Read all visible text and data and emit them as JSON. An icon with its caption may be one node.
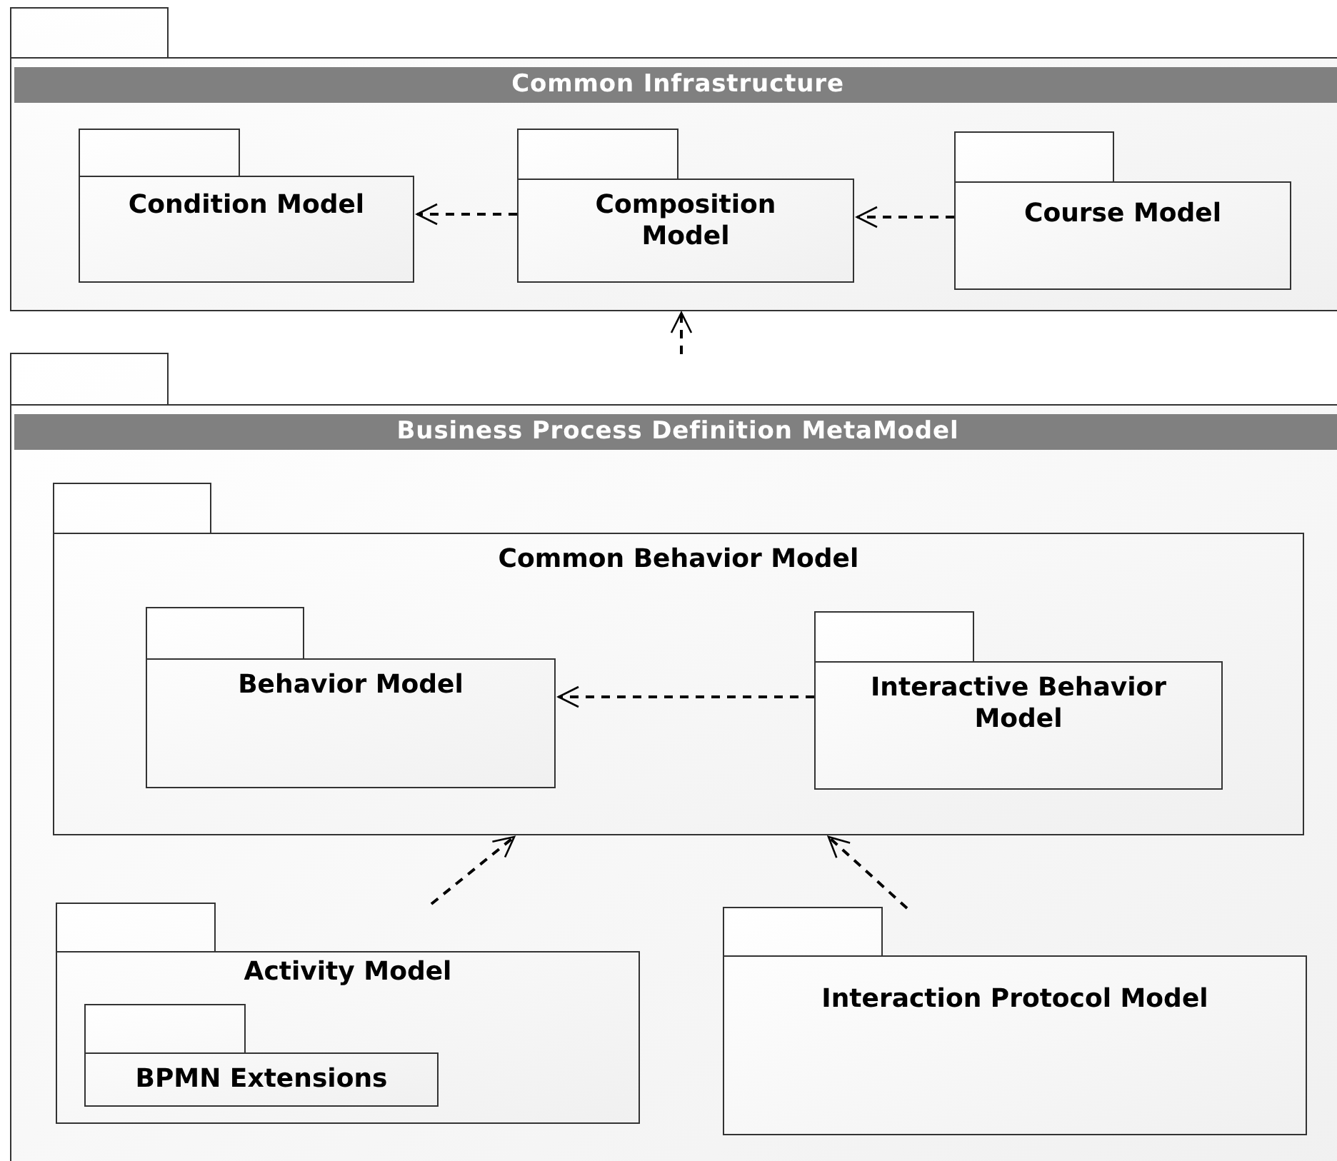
{
  "diagram": {
    "nodes": [
      {
        "text": [
          "Common Infrastructure"
        ]
      },
      {
        "text": [
          "Condition Model"
        ],
        "in": 0
      },
      {
        "text": [
          "Composition Model"
        ],
        "in": 0
      },
      {
        "text": [
          "Course Model"
        ],
        "in": 0
      },
      {
        "text": [
          "Business Process Definition MetaModel"
        ]
      },
      {
        "text": [
          "Common Behavior Model"
        ],
        "in": 4
      },
      {
        "text": [
          "Behavior Model"
        ],
        "in": 5
      },
      {
        "text": [
          "Interactive Behavior Model"
        ],
        "in": 5
      },
      {
        "text": [
          "Activity Model"
        ],
        "in": 4
      },
      {
        "text": [
          "BPMN Extensions"
        ],
        "in": 8
      },
      {
        "text": [
          "Interaction Protocol Model"
        ],
        "in": 4
      }
    ],
    "edges": [
      {
        "from": 2,
        "to": 1,
        "arrow": "to",
        "style": "dashed"
      },
      {
        "from": 3,
        "to": 2,
        "arrow": "to",
        "style": "dashed"
      },
      {
        "from": 4,
        "to": 0,
        "arrow": "to",
        "style": "dashed"
      },
      {
        "from": 7,
        "to": 6,
        "arrow": "to",
        "style": "dashed"
      },
      {
        "from": 8,
        "to": 5,
        "arrow": "to",
        "style": "dashed"
      },
      {
        "from": 10,
        "to": 5,
        "arrow": "to",
        "style": "dashed"
      }
    ]
  }
}
